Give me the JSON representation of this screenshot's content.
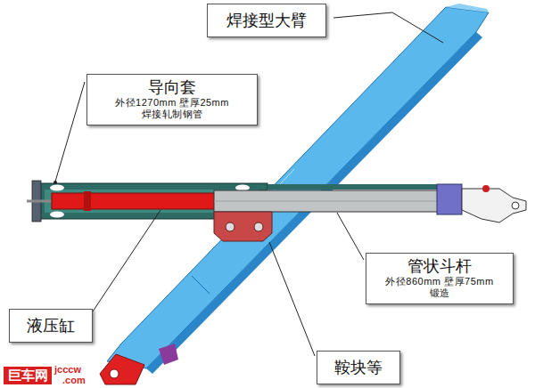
{
  "diagram": {
    "nodes": [
      {
        "text": [
          "焊接型大臂"
        ]
      },
      {
        "text": [
          "导向套",
          "外径1270mm 壁厚25mm 焊接轧制钢管"
        ]
      },
      {
        "text": [
          "管状斗杆",
          "外径860mm 壁厚75mm 锻造"
        ]
      },
      {
        "text": [
          "液压缸"
        ]
      },
      {
        "text": [
          "鞍块等"
        ]
      }
    ],
    "labels": [
      "巨车网",
      "jcccw",
      ".com"
    ]
  }
}
